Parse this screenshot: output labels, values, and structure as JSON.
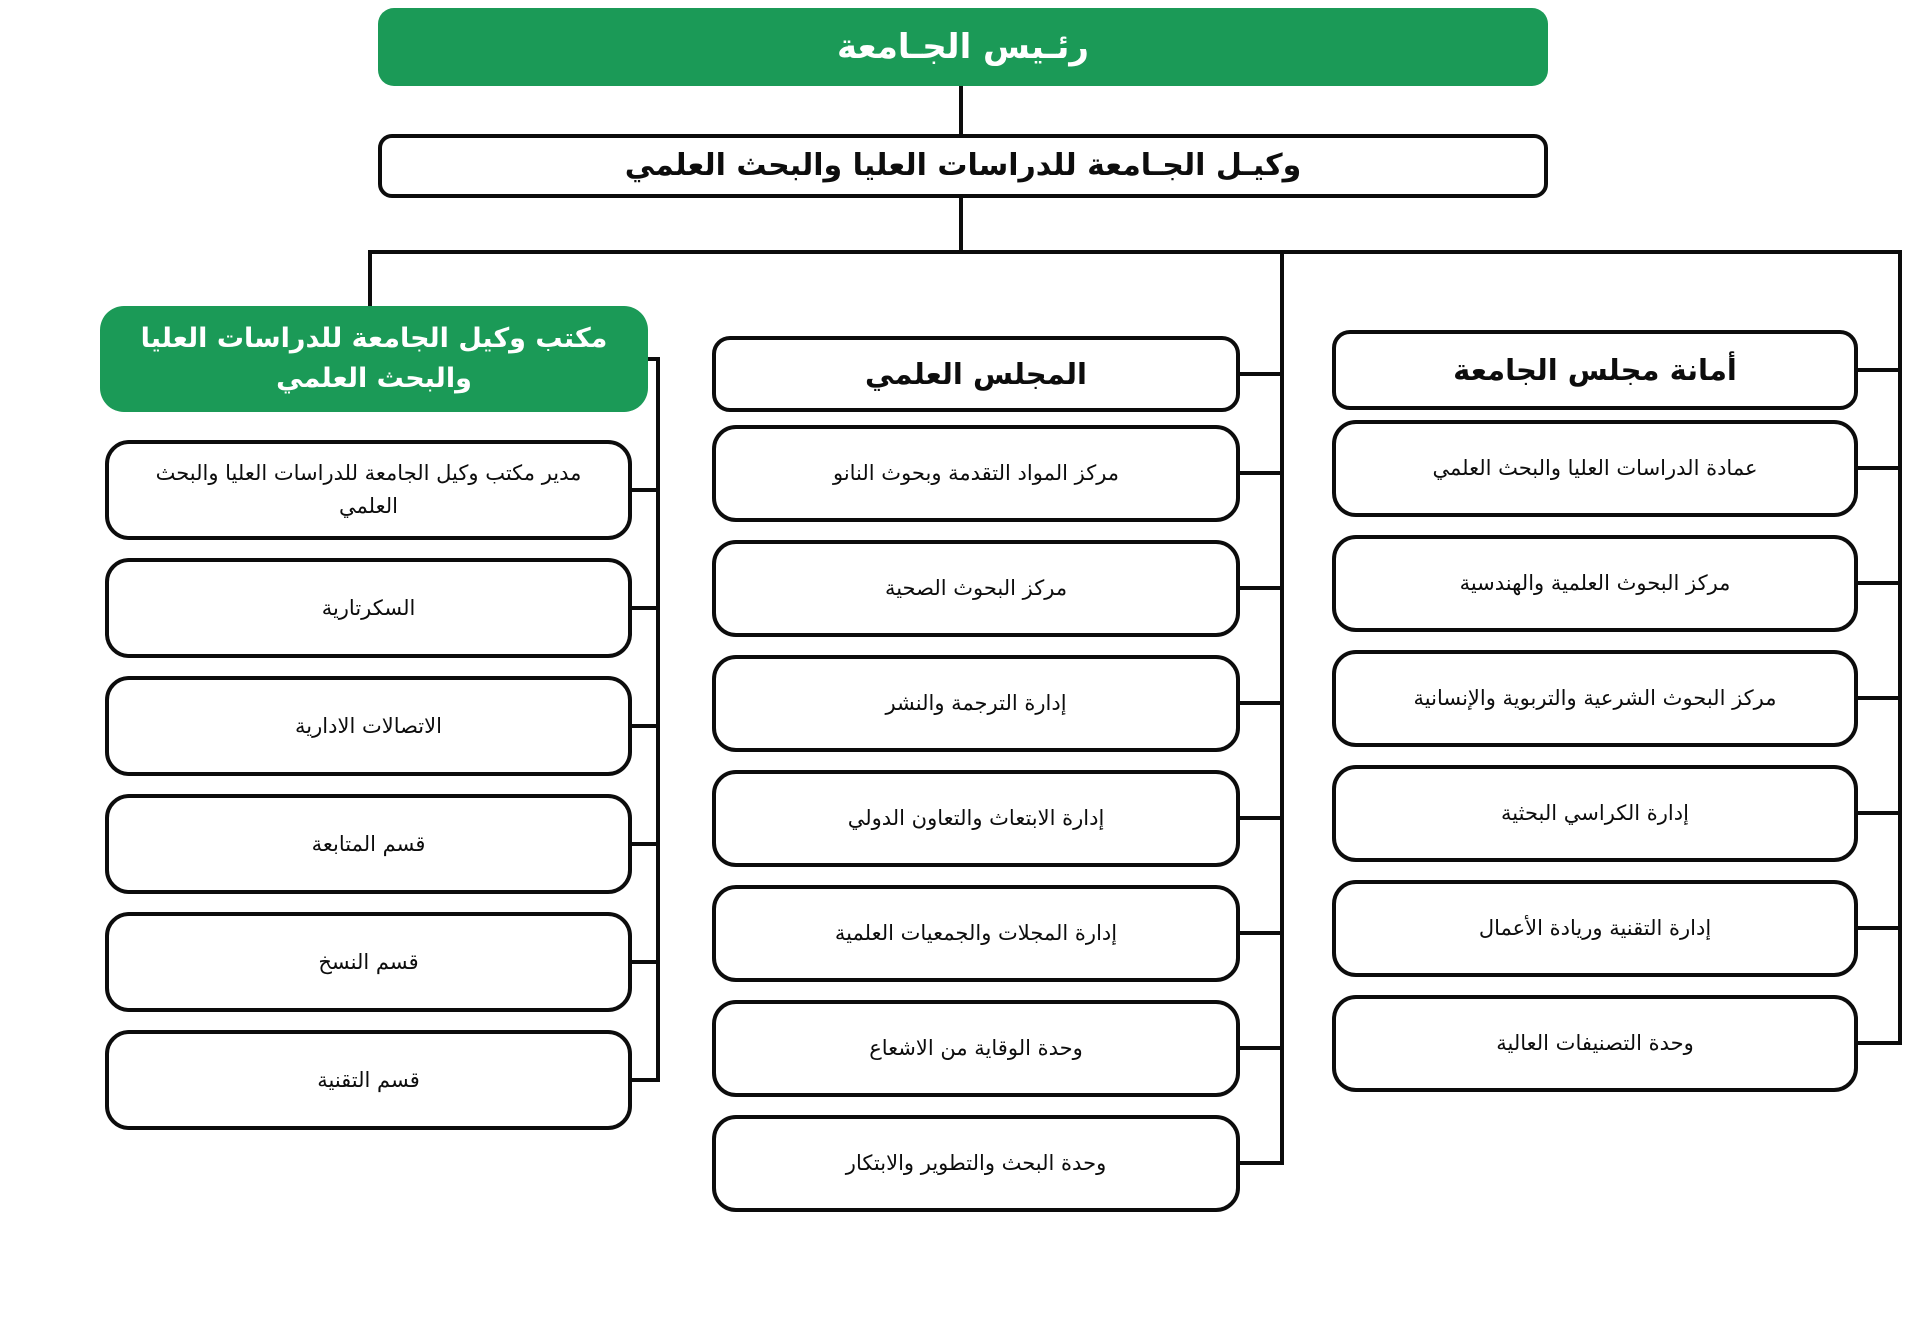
{
  "chart": {
    "type": "org-chart",
    "root": {
      "label": "رئـيس الجـامعة"
    },
    "vice": {
      "label": "وكيـل الجـامعة للدراسات العليا والبحث العلمي"
    },
    "columns": [
      {
        "id": "vice-president-office",
        "header": {
          "label": "مكتب وكيل الجامعة للدراسات العليا\nوالبحث العلمي",
          "style": "green"
        },
        "items": [
          "مدير مكتب وكيل الجامعة للدراسات العليا والبحث العلمي",
          "السكرتارية",
          "الاتصالات الادارية",
          "قسم المتابعة",
          "قسم النسخ",
          "قسم التقنية"
        ]
      },
      {
        "id": "scientific-council",
        "header": {
          "label": "المجلس العلمي",
          "style": "white"
        },
        "items": [
          "مركز المواد التقدمة وبحوث النانو",
          "مركز البحوث الصحية",
          "إدارة الترجمة والنشر",
          "إدارة الابتعاث والتعاون الدولي",
          "إدارة المجلات والجمعيات العلمية",
          "وحدة الوقاية من الاشعاع",
          "وحدة البحث والتطوير والابتكار"
        ]
      },
      {
        "id": "university-council-secretariat",
        "header": {
          "label": "أمانة مجلس الجامعة",
          "style": "white"
        },
        "items": [
          "عمادة الدراسات العليا والبحث العلمي",
          "مركز البحوث العلمية والهندسية",
          "مركز البحوث الشرعية والتربوية والإنسانية",
          "إدارة الكراسي البحثية",
          "إدارة التقنية وريادة الأعمال",
          "وحدة التصنيفات العالية"
        ]
      }
    ]
  },
  "colors": {
    "green": "#1b9a57",
    "line": "#0c0c0c",
    "box_bg": "#ffffff"
  }
}
